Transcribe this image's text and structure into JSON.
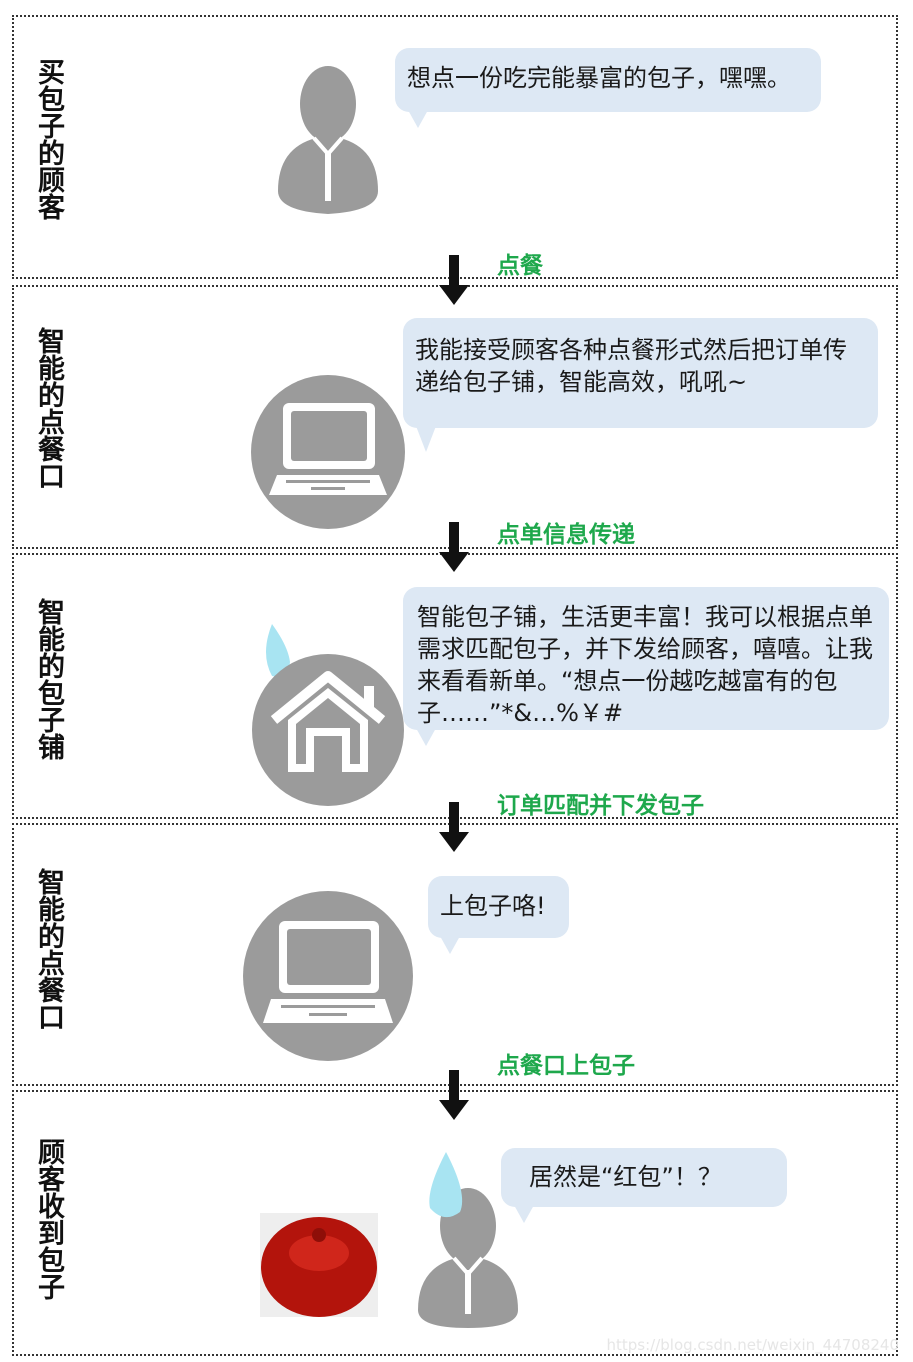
{
  "stages": [
    {
      "label": "买包子的顾客",
      "bubble": "想点一份吃完能暴富的包子，嘿嘿。"
    },
    {
      "label": "智能的点餐口",
      "bubble": "我能接受顾客各种点餐形式然后把订单传递给包子铺，智能高效，吼吼~"
    },
    {
      "label": "智能的包子铺",
      "bubble": "智能包子铺，生活更丰富！我可以根据点单需求匹配包子，并下发给顾客，嘻嘻。让我来看看新单。“想点一份越吃越富有的包子……”*&…%￥#"
    },
    {
      "label": "智能的点餐口",
      "bubble": "上包子咯!"
    },
    {
      "label": "顾客收到包子",
      "bubble": "居然是“红包”！？"
    }
  ],
  "steps": [
    "点餐",
    "点单信息传递",
    "订单匹配并下发包子",
    "点餐口上包子"
  ],
  "colors": {
    "bubble": "#dde8f4",
    "step_text": "#1ea84c",
    "icon_gray": "#9b9b9b",
    "bun_red": "#b3140c"
  },
  "watermark": "https://blog.csdn.net/weixin_44708240"
}
